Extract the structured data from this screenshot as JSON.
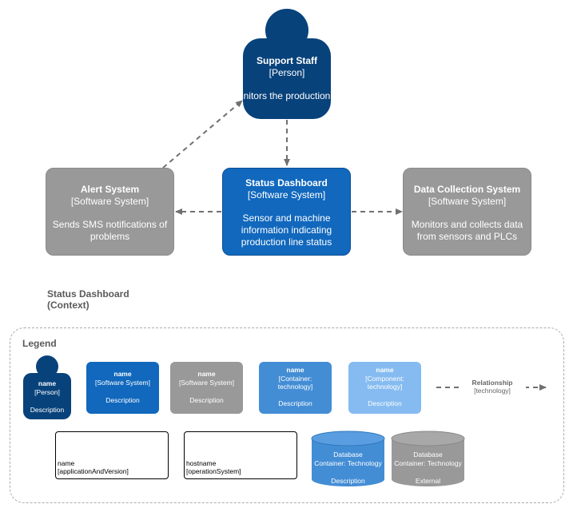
{
  "diagram": {
    "support_staff": {
      "name": "Support Staff",
      "type": "[Person]",
      "desc": "nitors the production"
    },
    "status_dashboard": {
      "name": "Status Dashboard",
      "type": "[Software System]",
      "desc": "Sensor and machine information indicating production line status"
    },
    "alert_system": {
      "name": "Alert System",
      "type": "[Software System]",
      "desc": "Sends SMS notifications of problems"
    },
    "data_collection": {
      "name": "Data Collection System",
      "type": "[Software System]",
      "desc": "Monitors and collects data from sensors and PLCs"
    },
    "caption": {
      "line1": "Status Dashboard",
      "line2": "(Context)"
    }
  },
  "legend": {
    "title": "Legend",
    "person": {
      "name": "name",
      "type": "[Person]",
      "desc": "Description"
    },
    "software_system": {
      "name": "name",
      "type": "[Software System]",
      "desc": "Description"
    },
    "external_system": {
      "name": "name",
      "type": "[Software System]",
      "desc": "Description"
    },
    "container": {
      "name": "name",
      "type": "[Container: technology]",
      "desc": "Description"
    },
    "component": {
      "name": "name",
      "type": "[Component: technology]",
      "desc": "Description"
    },
    "relationship": {
      "name": "Relationship",
      "tech": "[technology]"
    },
    "deployment_node": {
      "line1": "name",
      "line2": "[applicationAndVersion]"
    },
    "infrastructure_node": {
      "line1": "hostname",
      "line2": "[operationSystem]"
    },
    "database": {
      "name": "Database",
      "tech": "Container: Technology",
      "desc": "Description"
    },
    "external_database": {
      "name": "Database",
      "tech": "Container: Technology",
      "desc": "External"
    }
  },
  "colors": {
    "person": "#08427b",
    "system": "#1168bd",
    "external": "#999999",
    "container": "#438dd5",
    "component": "#85bbf0",
    "arrow": "#707070"
  }
}
